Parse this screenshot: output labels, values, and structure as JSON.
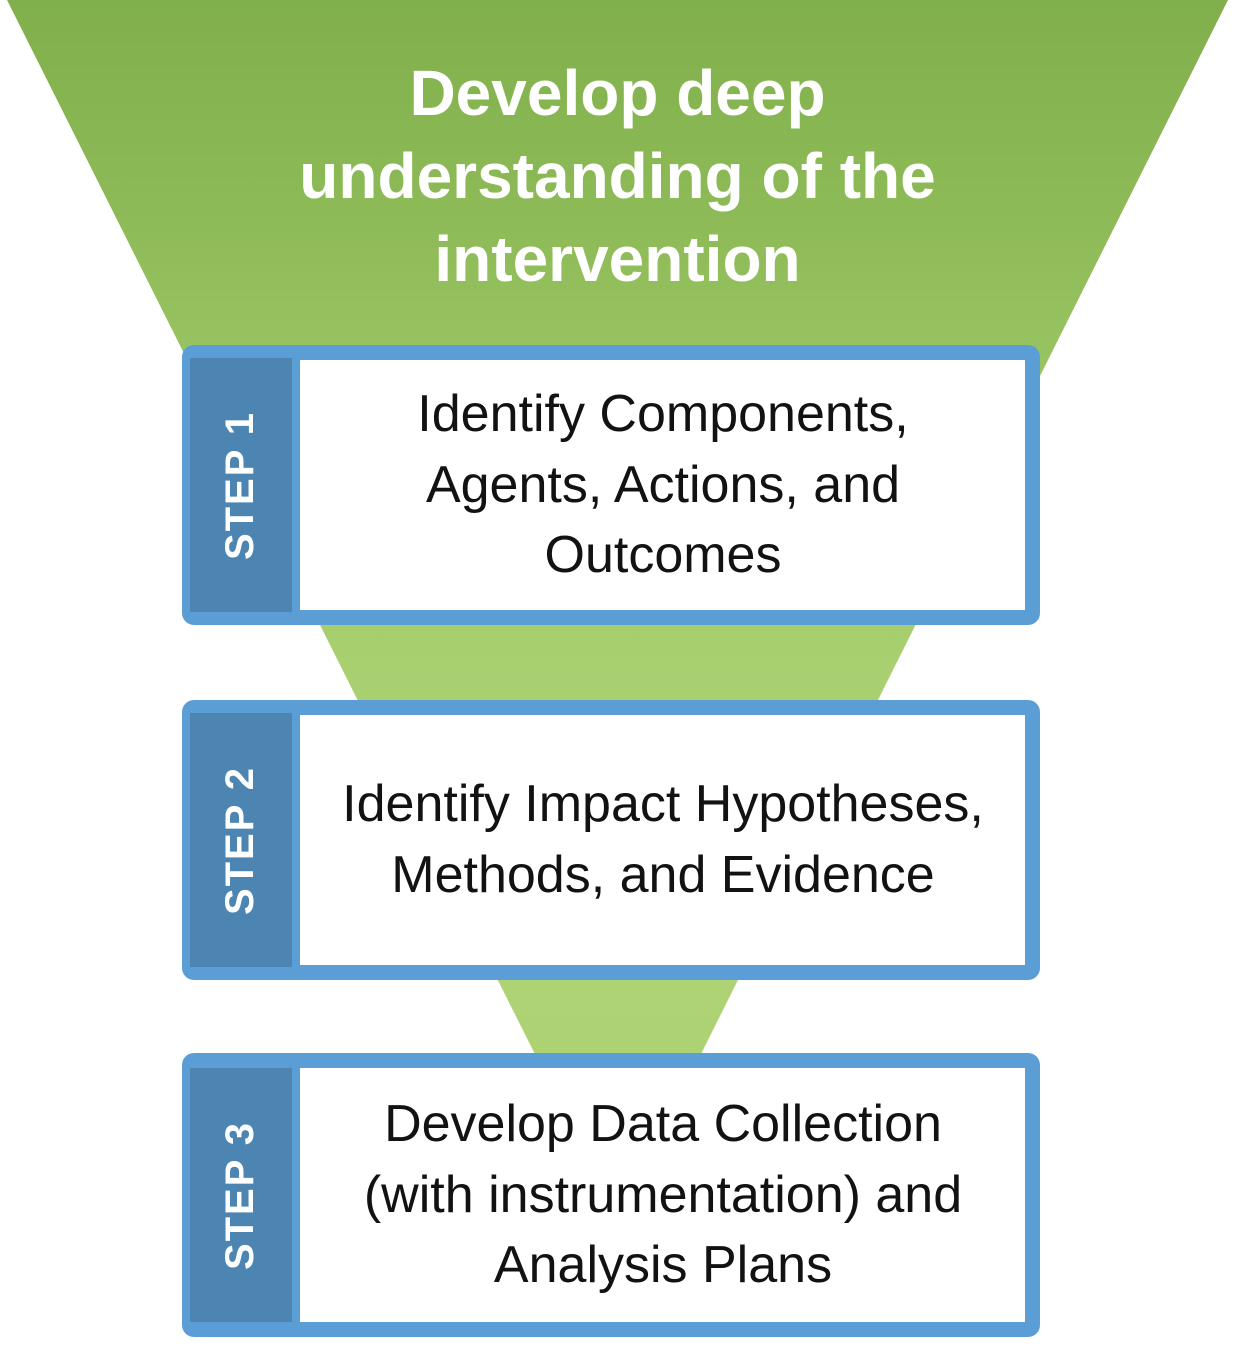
{
  "diagram": {
    "funnel_title": "Develop deep understanding of the intervention",
    "steps": [
      {
        "label": "STEP 1",
        "text": "Identify Components, Agents, Actions, and Outcomes"
      },
      {
        "label": "STEP 2",
        "text": "Identify Impact Hypotheses, Methods, and Evidence"
      },
      {
        "label": "STEP 3",
        "text": "Develop Data Collection (with instrumentation) and Analysis Plans"
      }
    ],
    "colors": {
      "funnel_green_top": "#80AF4B",
      "funnel_green_bottom": "#ABD171",
      "box_border_blue": "#5B9ED6",
      "tab_fill_blue": "#4C85B2",
      "box_text": "#121212",
      "funnel_text": "#FFFFFF"
    }
  }
}
